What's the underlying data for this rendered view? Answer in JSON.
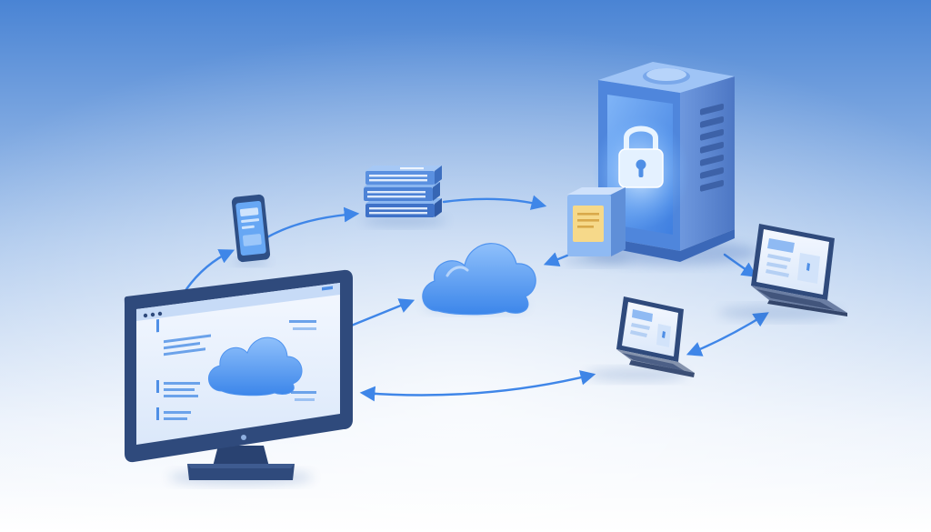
{
  "diagram": {
    "nodes": [
      {
        "id": "desktop-monitor",
        "icon": "monitor-icon"
      },
      {
        "id": "smartphone",
        "icon": "phone-icon"
      },
      {
        "id": "book-stack",
        "icon": "books-icon"
      },
      {
        "id": "cloud",
        "icon": "cloud-icon"
      },
      {
        "id": "document-box",
        "icon": "document-icon"
      },
      {
        "id": "secure-server",
        "icon": "lock-icon"
      },
      {
        "id": "laptop-right",
        "icon": "laptop-icon"
      },
      {
        "id": "laptop-middle",
        "icon": "laptop-icon"
      }
    ],
    "connections": [
      {
        "from": "desktop-monitor",
        "to": "smartphone",
        "direction": "forward"
      },
      {
        "from": "smartphone",
        "to": "book-stack",
        "direction": "forward"
      },
      {
        "from": "book-stack",
        "to": "document-box",
        "direction": "forward"
      },
      {
        "from": "document-box",
        "to": "cloud",
        "direction": "forward"
      },
      {
        "from": "cloud",
        "to": "desktop-monitor",
        "direction": "both"
      },
      {
        "from": "secure-server",
        "to": "laptop-right",
        "direction": "forward"
      },
      {
        "from": "laptop-right",
        "to": "laptop-middle",
        "direction": "both"
      },
      {
        "from": "laptop-middle",
        "to": "desktop-monitor",
        "direction": "both"
      }
    ]
  },
  "colors": {
    "background_top": "#4a84d4",
    "background_bottom": "#ffffff",
    "accent_blue": "#3f86e8",
    "monitor_frame": "#2f4a7c",
    "server_body": "#5d8fe0",
    "document_yellow": "#f6d98a"
  }
}
